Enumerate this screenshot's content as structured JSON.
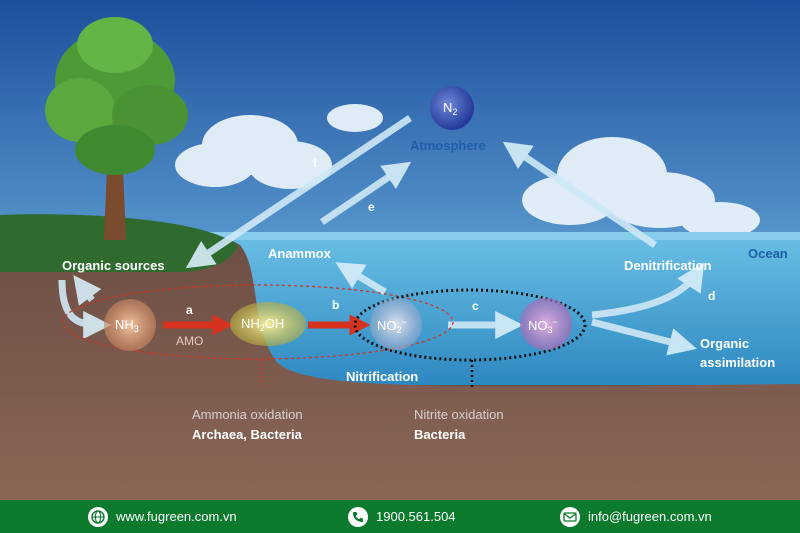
{
  "labels": {
    "atmosphere": "Atmosphere",
    "ocean": "Ocean",
    "organic_sources": "Organic sources",
    "anammox": "Anammox",
    "denitrification": "Denitrification",
    "organic_assimilation_1": "Organic",
    "organic_assimilation_2": "assimilation",
    "nitrification": "Nitrification",
    "amo": "AMO",
    "ammonia_oxidation": "Ammonia oxidation",
    "archaea_bacteria": "Archaea, Bacteria",
    "nitrite_oxidation": "Nitrite oxidation",
    "bacteria": "Bacteria"
  },
  "nodes": {
    "n2": {
      "base": "N",
      "sub": "2"
    },
    "nh3": {
      "base": "NH",
      "sub": "3"
    },
    "nh2oh": {
      "base": "NH",
      "sub": "2",
      "tail": "OH"
    },
    "no2": {
      "base": "NO",
      "sub": "2",
      "sup": "−"
    },
    "no3": {
      "base": "NO",
      "sub": "3",
      "sup": "−"
    }
  },
  "steps": {
    "a": "a",
    "b": "b",
    "c": "c",
    "d": "d",
    "e": "e",
    "f": "f"
  },
  "footer": {
    "website": "www.fugreen.com.vn",
    "phone": "1900.561.504",
    "email": "info@fugreen.com.vn"
  },
  "colors": {
    "sky_top": "#1d4f9c",
    "sky_bottom": "#9fd0ea",
    "ocean": "#3b9fd0",
    "soil": "#7a5a4e",
    "grass": "#2f6a2e",
    "footer": "#0b7a2c",
    "arrow_light": "#cfe9f7",
    "arrow_red": "#d5321f"
  },
  "icons": [
    "globe-icon",
    "phone-icon",
    "mail-icon",
    "tree-icon",
    "cloud-icon"
  ]
}
